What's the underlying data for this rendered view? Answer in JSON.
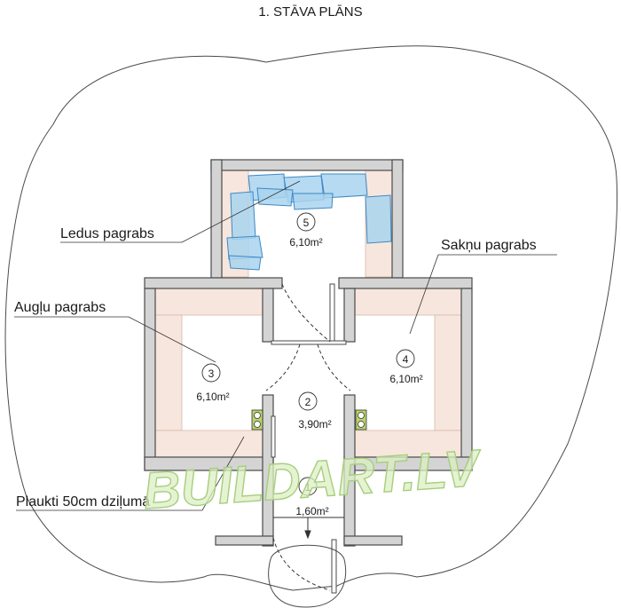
{
  "title": "1. STĀVA PLĀNS",
  "labels": {
    "ice_cellar": "Ledus pagrabs",
    "root_cellar": "Sakņu pagrabs",
    "fruit_cellar": "Augļu pagrabs",
    "shelves": "Plaukti 50cm dziļumā"
  },
  "rooms": [
    {
      "number": "1",
      "area": "1,60m²"
    },
    {
      "number": "2",
      "area": "3,90m²"
    },
    {
      "number": "3",
      "area": "6,10m²"
    },
    {
      "number": "4",
      "area": "6,10m²"
    },
    {
      "number": "5",
      "area": "6,10m²"
    }
  ],
  "watermark": "BUILDART.LV",
  "colors": {
    "wall_fill": "#d4d4d4",
    "wall_stroke": "#4a4a4a",
    "shelf_fill": "#f7e6dd",
    "ice_fill": "#a9d4ee",
    "ice_stroke": "#3d88c4",
    "watermark_fill": "#dcefc4",
    "watermark_stroke": "#a6cf7c"
  }
}
